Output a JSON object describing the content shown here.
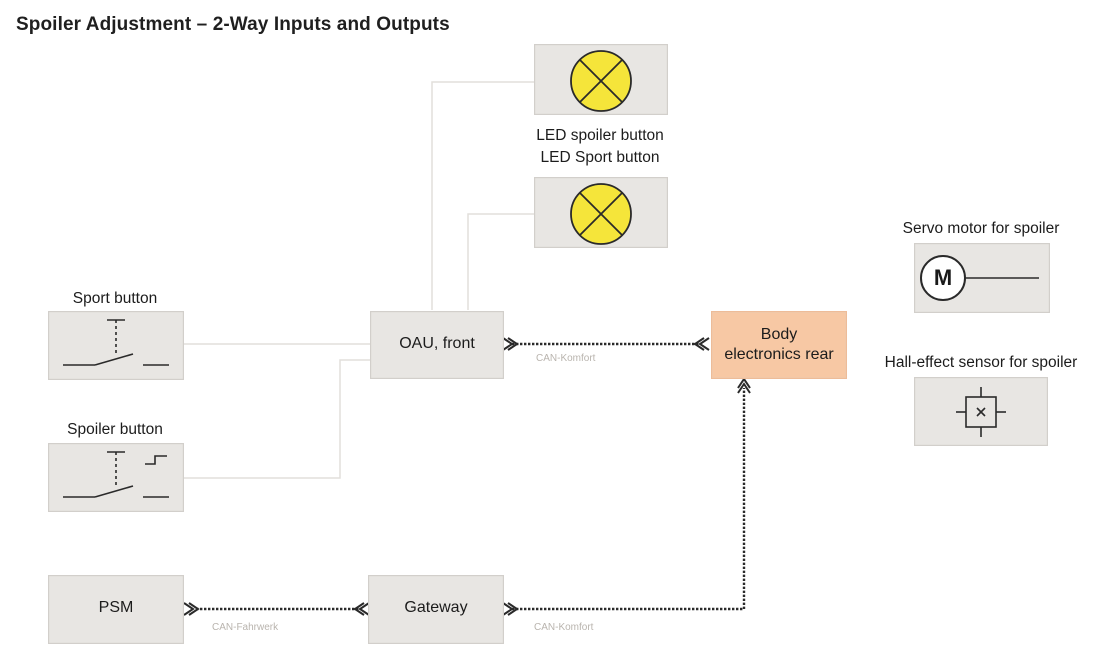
{
  "title": "Spoiler Adjustment – 2-Way Inputs and Outputs",
  "nodes": {
    "sport_button": "Sport button",
    "spoiler_button": "Spoiler button",
    "psm": "PSM",
    "oau_front": "OAU, front",
    "gateway": "Gateway",
    "body_rear_line1": "Body",
    "body_rear_line2": "electronics rear",
    "led_caption_line1": "LED spoiler button",
    "led_caption_line2": "LED Sport button",
    "servo_motor": "Servo motor for spoiler",
    "servo_symbol": "M",
    "hall_sensor": "Hall-effect sensor for spoiler"
  },
  "connections": {
    "can_komfort_1": "CAN-Komfort",
    "can_fahrwerk": "CAN-Fahrwerk",
    "can_komfort_2": "CAN-Komfort"
  },
  "colors": {
    "box_fill": "#e8e6e3",
    "body_rear_fill": "#f7c8a4",
    "lamp_fill": "#f5e53a",
    "can_line": "#2a2a2a",
    "plain_wire": "#e2dfdb"
  }
}
